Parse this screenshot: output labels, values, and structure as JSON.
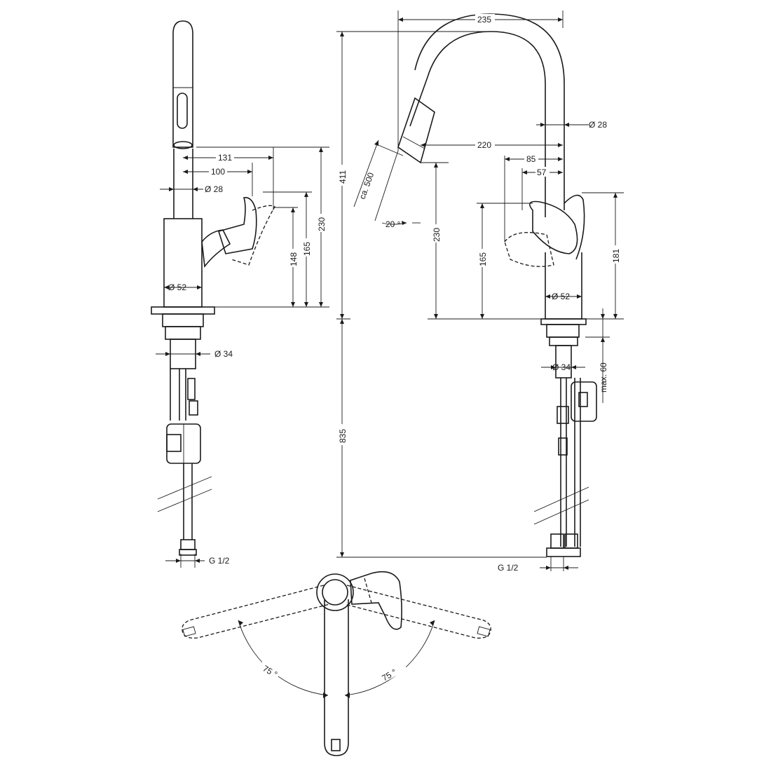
{
  "dimensions": {
    "side_view": {
      "spray_to_handle": "131",
      "spout_to_handle": "100",
      "spout_diameter": "Ø 28",
      "body_diameter": "Ø 52",
      "shank_diameter": "Ø 34",
      "height_148": "148",
      "height_165": "165",
      "height_230": "230",
      "connection": "G 1/2"
    },
    "front_view": {
      "reach": "235",
      "spout_reach": "220",
      "handle_85": "85",
      "handle_57": "57",
      "spout_diameter": "Ø 28",
      "body_diameter": "Ø 52",
      "shank_diameter": "Ø 34",
      "hose_length": "ca. 500",
      "spray_angle": "20 °",
      "height_230": "230",
      "height_165": "165",
      "height_181": "181",
      "total_height": "411",
      "below_deck": "835",
      "max_thickness": "max. 60",
      "connection": "G 1/2"
    },
    "top_view": {
      "swivel_left": "75 °",
      "swivel_right": "75 °"
    }
  }
}
